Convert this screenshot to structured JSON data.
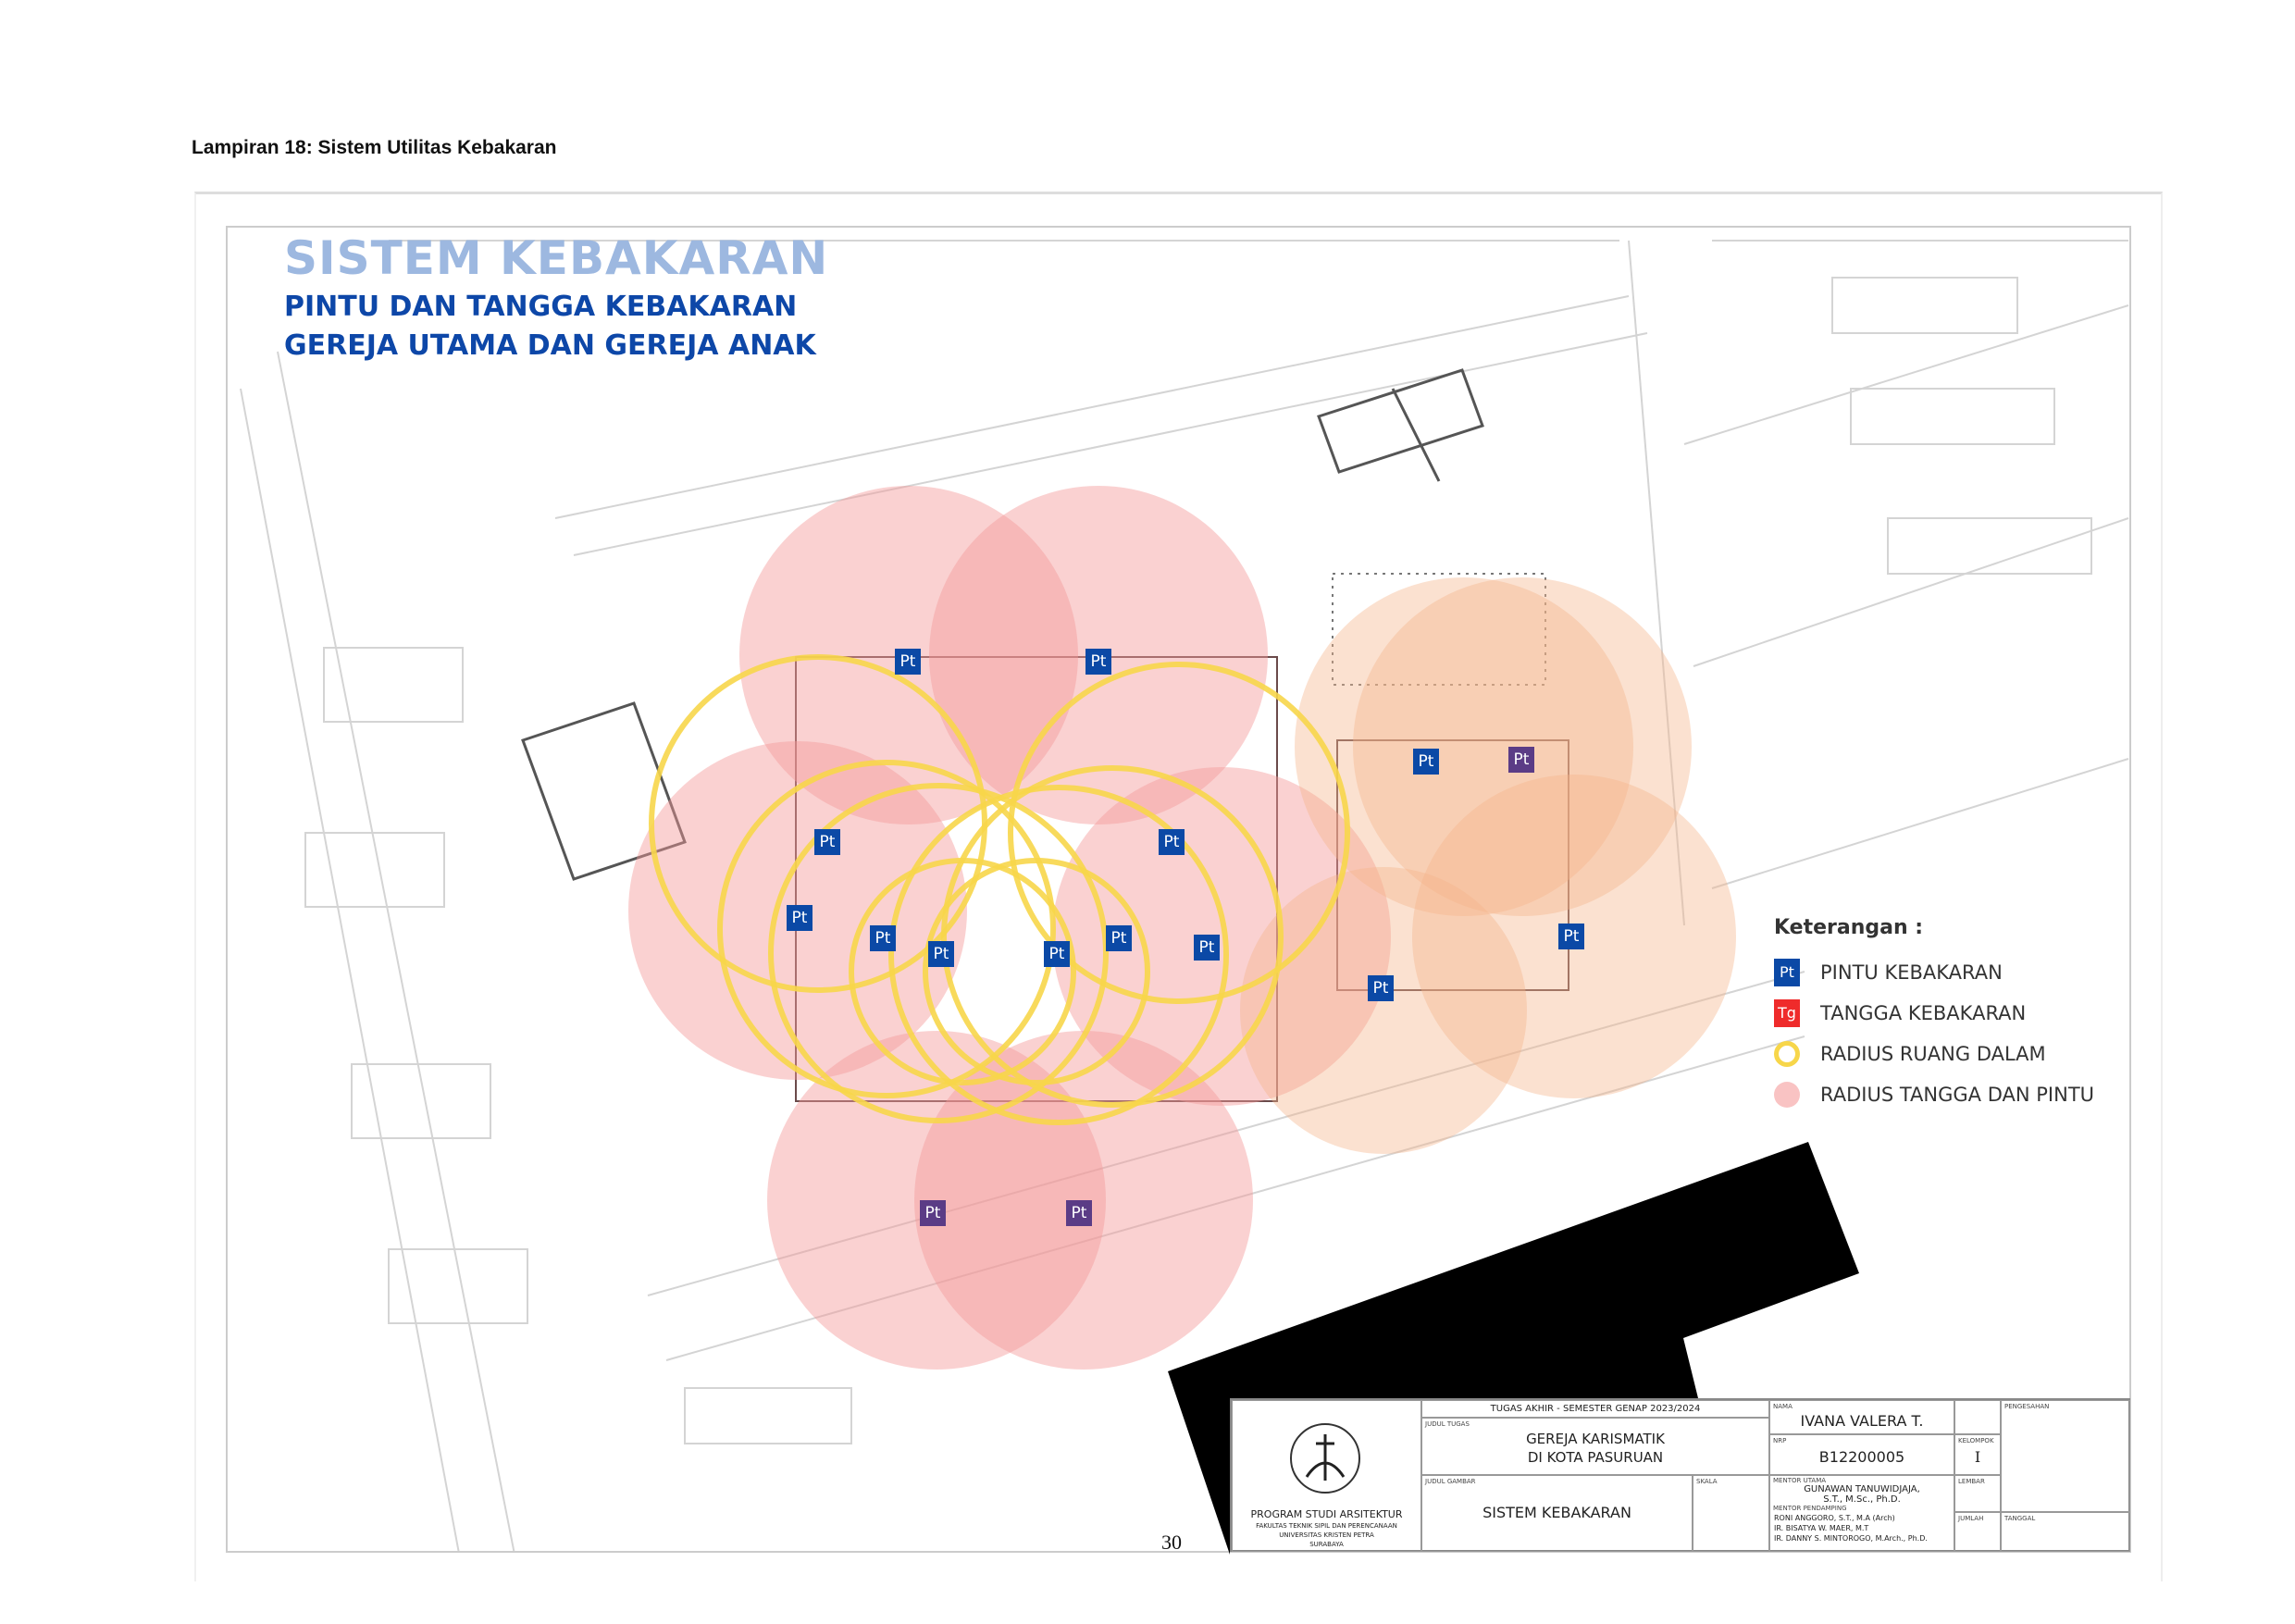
{
  "header": {
    "caption": "Lampiran 18: Sistem Utilitas Kebakaran"
  },
  "sheet": {
    "ghost_title": "SISTEM KEBAKARAN",
    "title_line1": "PINTU DAN TANGGA KEBAKARAN",
    "title_line2": "GEREJA UTAMA DAN GEREJA ANAK",
    "marker_label": "Pt",
    "colors": {
      "door": "#0b49a6",
      "door_alt": "#5b3c86",
      "stair": "#ef2b2b",
      "inner_radius": "#f7d64a",
      "door_radius": "#f59a9a",
      "door_radius_annex": "#f6b58a"
    }
  },
  "legend": {
    "title": "Keterangan :",
    "items": [
      {
        "icon": "Pt",
        "label": "PINTU KEBAKARAN"
      },
      {
        "icon": "Tg",
        "label": "TANGGA KEBAKARAN"
      },
      {
        "icon": "yellow-ring",
        "label": "RADIUS RUANG DALAM"
      },
      {
        "icon": "pink-disc",
        "label": "RADIUS TANGGA DAN PINTU"
      }
    ]
  },
  "title_block": {
    "semester": "TUGAS AKHIR - SEMESTER GENAP 2023/2024",
    "judul_tugas_label": "JUDUL TUGAS",
    "judul_tugas_1": "GEREJA KARISMATIK",
    "judul_tugas_2": "DI KOTA PASURUAN",
    "judul_gambar_label": "JUDUL GAMBAR",
    "judul_gambar": "SISTEM KEBAKARAN",
    "skala_label": "SKALA",
    "nama_label": "NAMA",
    "nama": "IVANA VALERA T.",
    "nrp_label": "NRP",
    "nrp": "B12200005",
    "kelompok_label": "KELOMPOK",
    "kelompok": "I",
    "mentor_utama_label": "MENTOR UTAMA",
    "mentor_utama_1": "GUNAWAN TANUWIDJAJA,",
    "mentor_utama_2": "S.T., M.Sc., Ph.D.",
    "mentor_pendamping_label": "MENTOR PENDAMPING",
    "mentor_p1": "RONI ANGGORO, S.T., M.A (Arch)",
    "mentor_p2": "IR. BISATYA W. MAER, M.T",
    "mentor_p3": "IR. DANNY S. MINTOROGO, M.Arch., Ph.D.",
    "lembar_label": "LEMBAR",
    "jumlah_label": "JUMLAH",
    "pengesahan_label": "PENGESAHAN",
    "tanggal_label": "TANGGAL",
    "logo_text": "UNIVERSITAS KRISTEN PETRA",
    "prodi": "PROGRAM STUDI ARSITEKTUR",
    "fakultas": "FAKULTAS TEKNIK SIPIL DAN PERENCANAAN",
    "univ": "UNIVERSITAS KRISTEN PETRA",
    "kota": "SURABAYA"
  },
  "page_number": "30"
}
